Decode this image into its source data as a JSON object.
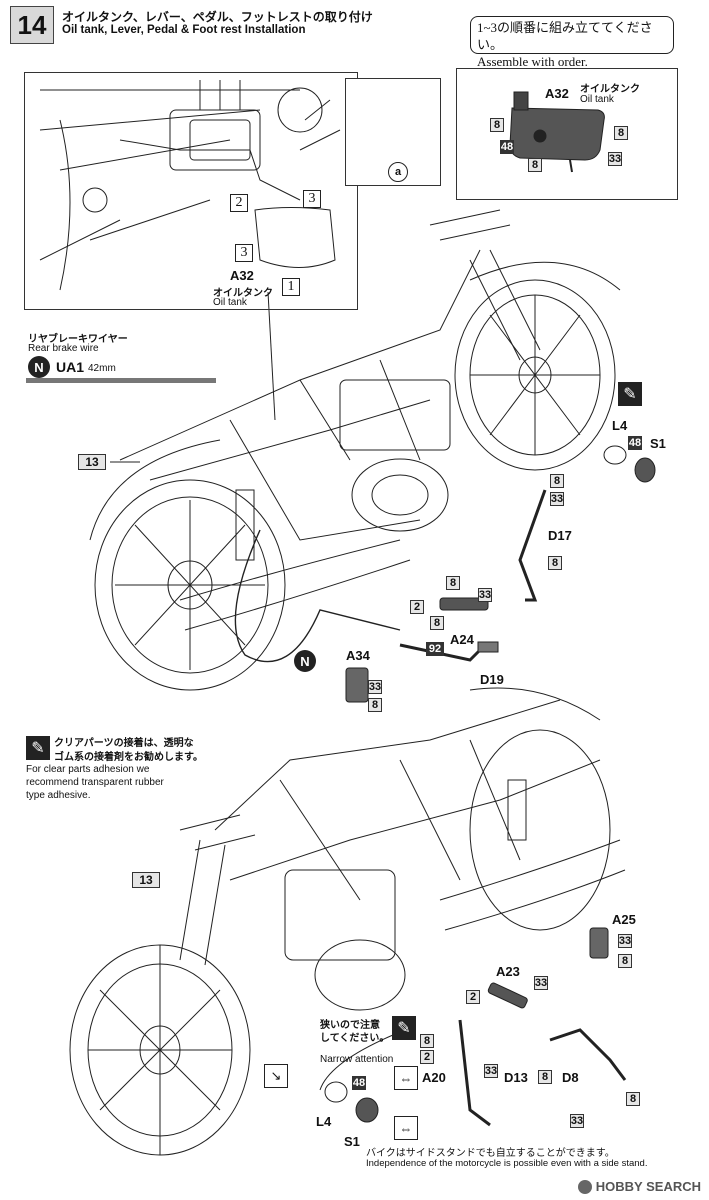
{
  "header": {
    "step_number": "14",
    "title_jp": "オイルタンク、レバー、ペダル、フットレストの取り付け",
    "title_en": "Oil tank, Lever, Pedal & Foot rest Installation",
    "order_jp": "1~3の順番に組み立ててください。",
    "order_en": "Assemble with order."
  },
  "oil_tank_part": {
    "code": "A32",
    "name_jp": "オイルタンク",
    "name_en": "Oil tank",
    "refs": [
      "8",
      "8",
      "48",
      "8",
      "33"
    ]
  },
  "inset": {
    "part_code": "A32",
    "part_name_jp": "オイルタンク",
    "part_name_en": "Oil tank",
    "steps": [
      "1",
      "2",
      "3",
      "3"
    ],
    "detail_marker": "a"
  },
  "rear_brake_wire": {
    "label_jp": "リヤブレーキワイヤー",
    "label_en": "Rear brake wire",
    "badge": "N",
    "code": "UA1",
    "length": "42mm"
  },
  "top_view": {
    "frame_ref": "13",
    "parts": {
      "L4": "L4",
      "S1": "S1",
      "D17": "D17",
      "A24": "A24",
      "D19": "D19",
      "A34": "A34",
      "n_marker": "N"
    },
    "refs": {
      "l4_ref": "48",
      "d17_top": "8",
      "d17_mid": "33",
      "d17_bottom": "8",
      "footrest_8": "8",
      "footrest_2": "2",
      "footrest_33": "33",
      "a24_8": "8",
      "a24_92": "92",
      "a34_33": "33",
      "a34_8": "8"
    }
  },
  "clear_parts_note": {
    "jp_line1": "クリアパーツの接着は、透明な",
    "jp_line2": "ゴム系の接着剤をお勧めします。",
    "en_line1": "For clear parts adhesion we",
    "en_line2": "recommend transparent rubber",
    "en_line3": "type adhesive."
  },
  "bottom_view": {
    "frame_ref": "13",
    "narrow_jp_1": "狭いので注意",
    "narrow_jp_2": "してください。",
    "narrow_en": "Narrow attention",
    "parts": {
      "A25": "A25",
      "A23": "A23",
      "A20": "A20",
      "D13": "D13",
      "D8": "D8",
      "L4": "L4",
      "S1": "S1"
    },
    "refs": {
      "a25_33": "33",
      "a25_8": "8",
      "a23_33": "33",
      "a23_2": "2",
      "left_8": "8",
      "left_2": "2",
      "a20_33": "33",
      "d13_8": "8",
      "d8_8": "8",
      "d8_33": "33",
      "l4_48": "48"
    }
  },
  "footer": {
    "note_jp": "バイクはサイドスタンドでも自立することができます。",
    "note_en": "Independence of the motorcycle is possible even with a side stand.",
    "watermark": "HOBBY SEARCH"
  }
}
